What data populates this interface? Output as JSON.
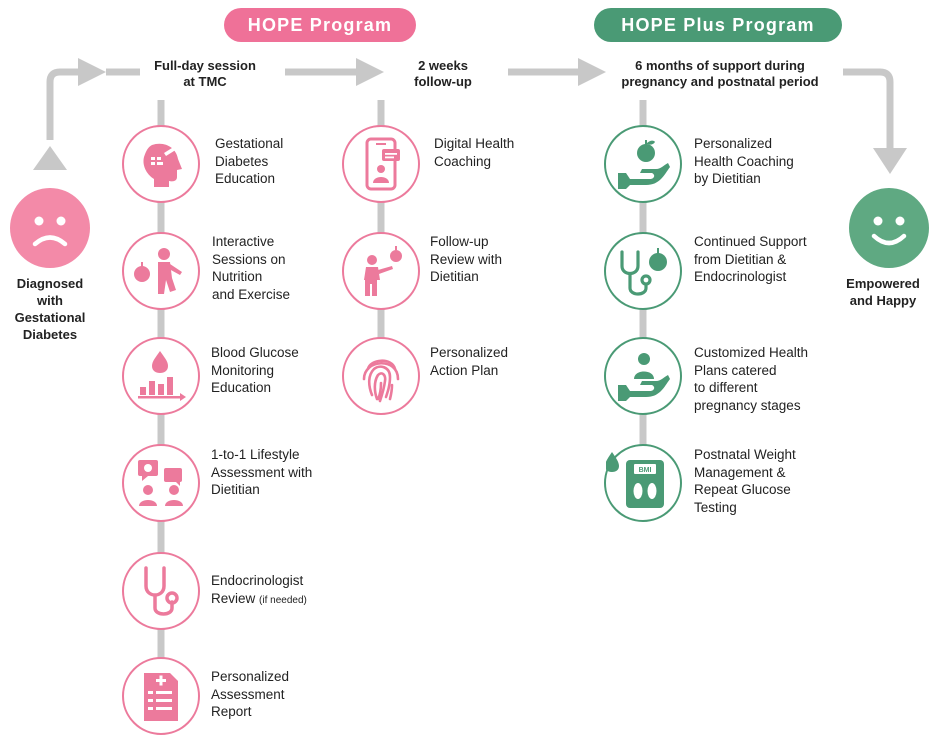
{
  "programs": {
    "hope": "HOPE Program",
    "hope_plus": "HOPE Plus Program"
  },
  "stages": {
    "full_day": {
      "line1": "Full-day session",
      "line2": "at TMC"
    },
    "two_weeks": {
      "line1": "2 weeks",
      "line2": "follow-up"
    },
    "six_months": {
      "line1": "6 months of support during",
      "line2": "pregnancy and postnatal period"
    }
  },
  "start": {
    "line1": "Diagnosed",
    "line2": "with",
    "line3": "Gestational",
    "line4": "Diabetes"
  },
  "end": {
    "line1": "Empowered",
    "line2": "and Happy"
  },
  "columns": {
    "full_day": [
      {
        "icon": "head-icon",
        "lines": [
          "Gestational",
          "Diabetes",
          "Education"
        ]
      },
      {
        "icon": "apple-instructor-icon",
        "lines": [
          "Interactive",
          "Sessions on",
          "Nutrition",
          "and Exercise"
        ]
      },
      {
        "icon": "blood-glucose-chart-icon",
        "lines": [
          "Blood Glucose",
          "Monitoring",
          "Education"
        ]
      },
      {
        "icon": "consultation-icon",
        "lines": [
          "1-to-1 Lifestyle",
          "Assessment with",
          "Dietitian"
        ]
      },
      {
        "icon": "stethoscope-icon",
        "lines": [
          "Endocrinologist",
          "Review"
        ],
        "note": "(if needed)"
      },
      {
        "icon": "report-icon",
        "lines": [
          "Personalized",
          "Assessment",
          "Report"
        ]
      }
    ],
    "two_weeks": [
      {
        "icon": "phone-coaching-icon",
        "lines": [
          "Digital Health",
          "Coaching"
        ]
      },
      {
        "icon": "teacher-apple-icon",
        "lines": [
          "Follow-up",
          "Review with",
          "Dietitian"
        ]
      },
      {
        "icon": "fingerprint-icon",
        "lines": [
          "Personalized",
          "Action Plan"
        ]
      }
    ],
    "six_months": [
      {
        "icon": "hand-apple-icon",
        "lines": [
          "Personalized",
          "Health Coaching",
          "by Dietitian"
        ]
      },
      {
        "icon": "stethoscope-apple-icon",
        "lines": [
          "Continued Support",
          "from Dietitian &",
          "Endocrinologist"
        ]
      },
      {
        "icon": "hand-person-icon",
        "lines": [
          "Customized Health",
          "Plans catered",
          "to different",
          "pregnancy stages"
        ]
      },
      {
        "icon": "bmi-scale-icon",
        "lines": [
          "Postnatal Weight",
          "Management &",
          "Repeat Glucose",
          "Testing"
        ]
      }
    ]
  },
  "colors": {
    "pink": "#ef7198",
    "green": "#4a9a75",
    "grey": "#c8c8c8"
  }
}
